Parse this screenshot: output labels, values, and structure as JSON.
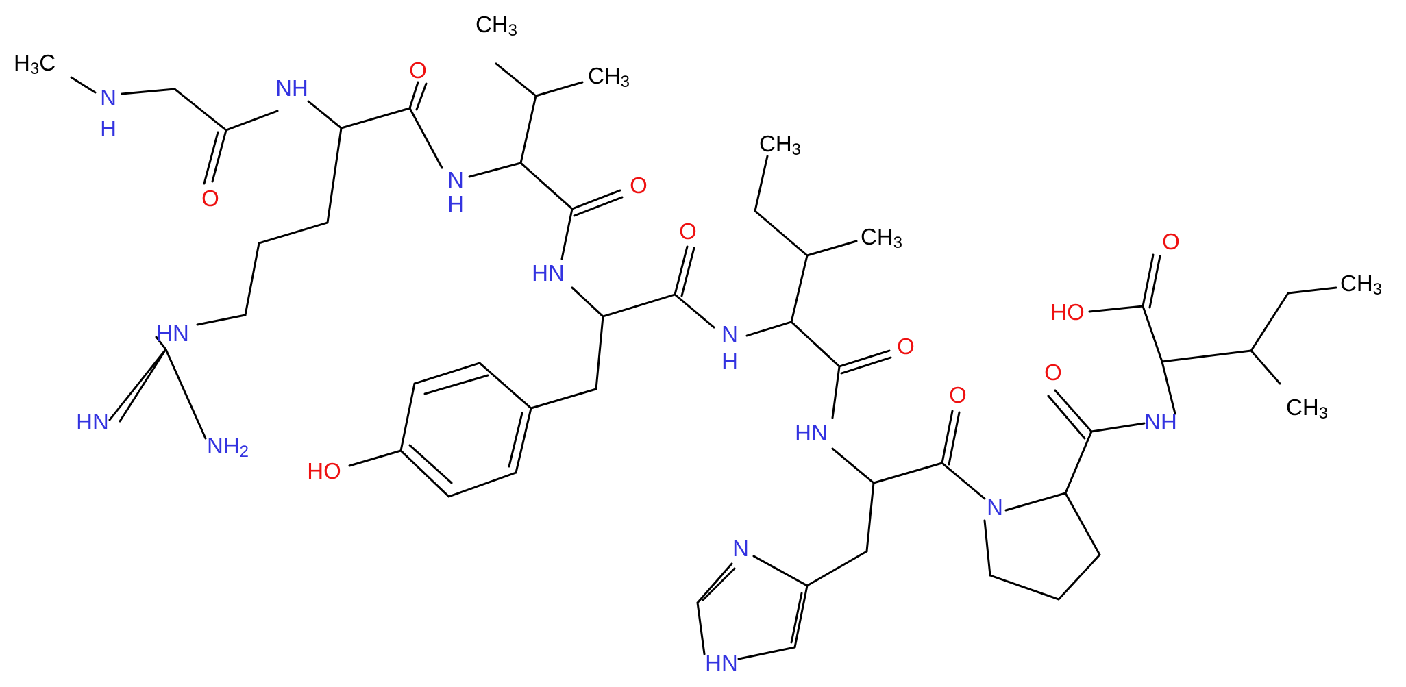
{
  "colors": {
    "bond": "#000000",
    "N": "#3333e0",
    "O": "#ee1111",
    "C": "#000000"
  },
  "atom_labels": [
    {
      "id": "h3c-sarcosine",
      "element": "C",
      "text": [
        [
          "H",
          ""
        ],
        [
          "3",
          "sub"
        ],
        [
          "C",
          ""
        ]
      ]
    },
    {
      "id": "nh-sarcosine",
      "element": "N",
      "text": [
        [
          "N",
          ""
        ]
      ]
    },
    {
      "id": "nh-sarcosine-h",
      "element": "N",
      "text": [
        [
          "H",
          ""
        ]
      ]
    },
    {
      "id": "o-carbonyl-1",
      "element": "O",
      "text": [
        [
          "O",
          ""
        ]
      ]
    },
    {
      "id": "nh-amide-1",
      "element": "N",
      "text": [
        [
          "NH",
          ""
        ]
      ]
    },
    {
      "id": "o-carbonyl-2",
      "element": "O",
      "text": [
        [
          "O",
          ""
        ]
      ]
    },
    {
      "id": "nh-amide-2",
      "element": "N",
      "text": [
        [
          "N",
          ""
        ]
      ]
    },
    {
      "id": "nh-amide-2-h",
      "element": "N",
      "text": [
        [
          "H",
          ""
        ]
      ]
    },
    {
      "id": "ch3-val-top",
      "element": "C",
      "text": [
        [
          "CH",
          ""
        ],
        [
          "3",
          "sub"
        ]
      ]
    },
    {
      "id": "ch3-val-right",
      "element": "C",
      "text": [
        [
          "CH",
          ""
        ],
        [
          "3",
          "sub"
        ]
      ]
    },
    {
      "id": "o-carbonyl-3",
      "element": "O",
      "text": [
        [
          "O",
          ""
        ]
      ]
    },
    {
      "id": "hn-guanidine",
      "element": "N",
      "text": [
        [
          "HN",
          ""
        ]
      ]
    },
    {
      "id": "hn-imine",
      "element": "N",
      "text": [
        [
          "HN",
          ""
        ]
      ]
    },
    {
      "id": "nh2-guanidine",
      "element": "N",
      "text": [
        [
          "NH",
          ""
        ],
        [
          "2",
          "sub"
        ]
      ]
    },
    {
      "id": "hn-amide-3",
      "element": "N",
      "text": [
        [
          "HN",
          ""
        ]
      ]
    },
    {
      "id": "o-carbonyl-4",
      "element": "O",
      "text": [
        [
          "O",
          ""
        ]
      ]
    },
    {
      "id": "ho-phenol",
      "element": "O",
      "text": [
        [
          "HO",
          ""
        ]
      ]
    },
    {
      "id": "nh-amide-4",
      "element": "N",
      "text": [
        [
          "N",
          ""
        ]
      ]
    },
    {
      "id": "nh-amide-4-h",
      "element": "N",
      "text": [
        [
          "H",
          ""
        ]
      ]
    },
    {
      "id": "ch3-ile1-top",
      "element": "C",
      "text": [
        [
          "CH",
          ""
        ],
        [
          "3",
          "sub"
        ]
      ]
    },
    {
      "id": "ch3-ile1-methyl",
      "element": "C",
      "text": [
        [
          "CH",
          ""
        ],
        [
          "3",
          "sub"
        ]
      ]
    },
    {
      "id": "o-carbonyl-5",
      "element": "O",
      "text": [
        [
          "O",
          ""
        ]
      ]
    },
    {
      "id": "hn-amide-5",
      "element": "N",
      "text": [
        [
          "HN",
          ""
        ]
      ]
    },
    {
      "id": "o-carbonyl-6",
      "element": "O",
      "text": [
        [
          "O",
          ""
        ]
      ]
    },
    {
      "id": "n-imidazole",
      "element": "N",
      "text": [
        [
          "N",
          ""
        ]
      ]
    },
    {
      "id": "hn-imidazole",
      "element": "N",
      "text": [
        [
          "HN",
          ""
        ]
      ]
    },
    {
      "id": "n-proline",
      "element": "N",
      "text": [
        [
          "N",
          ""
        ]
      ]
    },
    {
      "id": "o-carbonyl-7",
      "element": "O",
      "text": [
        [
          "O",
          ""
        ]
      ]
    },
    {
      "id": "o-acid",
      "element": "O",
      "text": [
        [
          "O",
          ""
        ]
      ]
    },
    {
      "id": "ho-acid",
      "element": "O",
      "text": [
        [
          "HO",
          ""
        ]
      ]
    },
    {
      "id": "nh-amide-6",
      "element": "N",
      "text": [
        [
          "NH",
          ""
        ]
      ]
    },
    {
      "id": "ch3-ile2-top",
      "element": "C",
      "text": [
        [
          "CH",
          ""
        ],
        [
          "3",
          "sub"
        ]
      ]
    },
    {
      "id": "ch3-ile2-methyl",
      "element": "C",
      "text": [
        [
          "CH",
          ""
        ],
        [
          "3",
          "sub"
        ]
      ]
    }
  ]
}
